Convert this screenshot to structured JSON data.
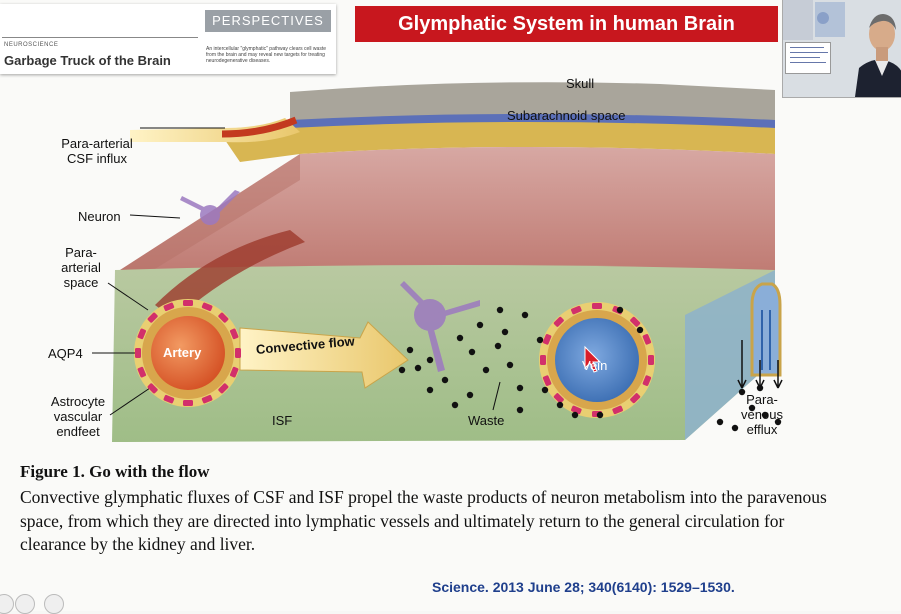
{
  "clipping": {
    "band": "PERSPECTIVES",
    "section": "NEUROSCIENCE",
    "title": "Garbage Truck of the Brain",
    "blurb": "An intercellular \"glymphatic\" pathway clears cell waste from the brain and may reveal new targets for treating neurodegenerative diseases."
  },
  "banner": {
    "title": "Glymphatic System in human Brain"
  },
  "diagram": {
    "labels": {
      "skull": "Skull",
      "subarachnoid": "Subarachnoid space",
      "para_arterial_csf_1": "Para-arterial",
      "para_arterial_csf_2": "CSF influx",
      "neuron": "Neuron",
      "para_arterial_space_1": "Para-",
      "para_arterial_space_2": "arterial",
      "para_arterial_space_3": "space",
      "aqp4": "AQP4",
      "astro_1": "Astrocyte",
      "astro_2": "vascular",
      "astro_3": "endfeet",
      "artery": "Artery",
      "convective": "Convective flow",
      "isf": "ISF",
      "waste": "Waste",
      "vein": "Vein",
      "efflux_1": "Para-",
      "efflux_2": "venous",
      "efflux_3": "efflux"
    },
    "colors": {
      "skull": "#9c9a92",
      "subarachnoid": "#d9b34d",
      "tissue": "#c98f8a",
      "artery": "#e4632f",
      "vein": "#3f79c4",
      "flow": "#f0d98a",
      "aqp4": "#d2306b",
      "astro": "#5d9c3d"
    }
  },
  "caption": {
    "title": "Figure 1. Go with the flow",
    "body": "Convective glymphatic fluxes of CSF and ISF propel the waste products of neuron metabolism into the paravenous space, from which they are directed into lymphatic vessels and ultimately return to the general circulation for clearance by the kidney and liver."
  },
  "citation": "Science. 2013 June 28; 340(6140): 1529–1530."
}
